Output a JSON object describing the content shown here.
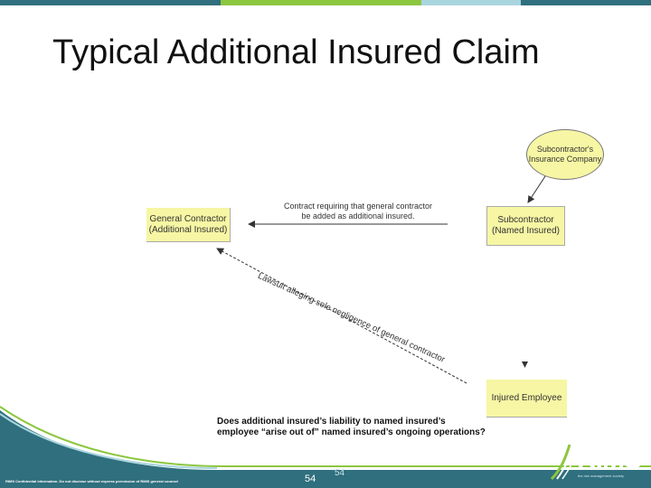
{
  "title": "Typical Additional Insured Claim",
  "nodes": {
    "general_contractor": "General Contractor\n(Additional Insured)",
    "subcontractor": "Subcontractor\n(Named Insured)",
    "insurance_company": "Subcontractor's\nInsurance Company",
    "injured_employee": "Injured Employee"
  },
  "edges": {
    "contract_label": "Contract requiring that general contractor\nbe added as additional insured.",
    "lawsuit_label": "Lawsuit alleging sole negligence of general contractor"
  },
  "question": "Does additional insured’s liability to named insured’s employee “arise out of” named insured’s ongoing operations?",
  "footer": {
    "confidential": "RIMS Confidential information. Do not disclose without express permission of RIMS general counsel",
    "page_number": "54",
    "page_number_secondary": "54",
    "logo_text": "RIMS",
    "logo_tagline": "the risk management society"
  },
  "colors": {
    "footer_teal": "#2f6f7e",
    "accent_green": "#8cc63f",
    "box_fill": "#f6f6a4"
  }
}
